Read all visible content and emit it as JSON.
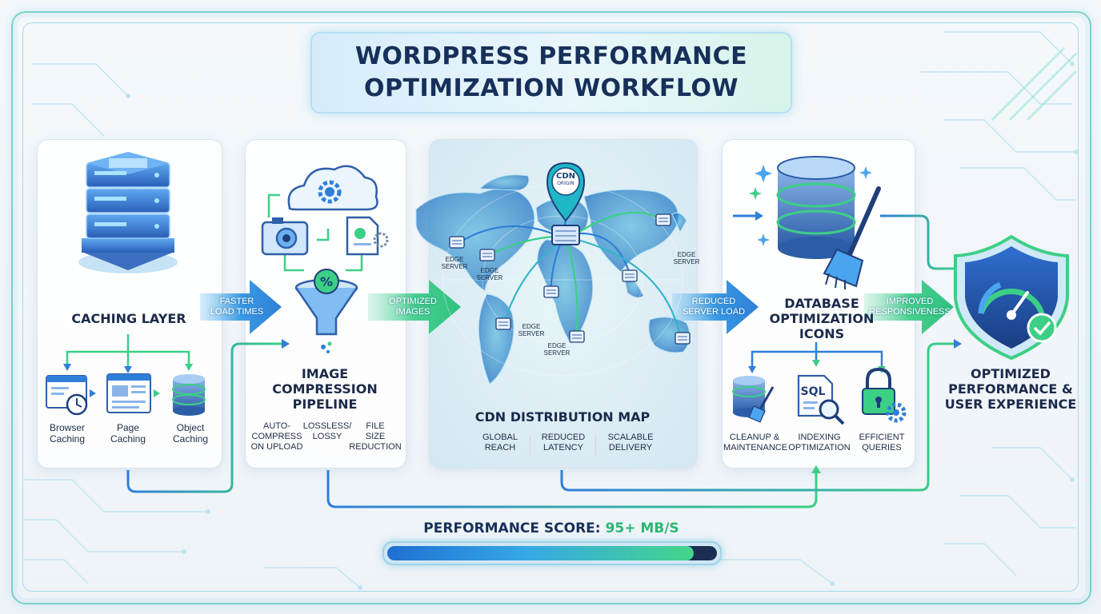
{
  "title": {
    "line1": "WORDPRESS PERFORMANCE",
    "line2": "OPTIMIZATION WORKFLOW"
  },
  "panels": {
    "caching": {
      "heading": "CACHING LAYER",
      "items": [
        {
          "label1": "Browser",
          "label2": "Caching",
          "icon": "browser-clock-icon"
        },
        {
          "label1": "Page",
          "label2": "Caching",
          "icon": "web-page-icon"
        },
        {
          "label1": "Object",
          "label2": "Caching",
          "icon": "database-icon"
        }
      ]
    },
    "image": {
      "heading1": "IMAGE",
      "heading2": "COMPRESSION",
      "heading3": "PIPELINE",
      "items": [
        {
          "label1": "AUTO-",
          "label2": "COMPRESS",
          "label3": "ON UPLOAD"
        },
        {
          "label1": "LOSSLESS/",
          "label2": "LOSSY"
        },
        {
          "label1": "FILE",
          "label2": "SIZE",
          "label3": "REDUCTION"
        }
      ],
      "funnel_symbol": "%"
    },
    "cdn": {
      "heading": "CDN DISTRIBUTION MAP",
      "origin_line1": "CDN",
      "origin_line2": "ORIGIN",
      "edge_line1": "EDGE",
      "edge_line2": "SERVER",
      "items": [
        {
          "label1": "GLOBAL",
          "label2": "REACH"
        },
        {
          "label1": "REDUCED",
          "label2": "LATENCY"
        },
        {
          "label1": "SCALABLE",
          "label2": "DELIVERY"
        }
      ]
    },
    "database": {
      "heading1": "DATABASE",
      "heading2": "OPTIMIZATION",
      "heading3": "ICONS",
      "sql_label": "SQL",
      "items": [
        {
          "label1": "CLEANUP &",
          "label2": "MAINTENANCE"
        },
        {
          "label1": "INDEXING",
          "label2": "OPTIMIZATION"
        },
        {
          "label1": "EFFICIENT",
          "label2": "QUERIES"
        }
      ]
    },
    "result": {
      "line1": "OPTIMIZED",
      "line2": "PERFORMANCE &",
      "line3": "USER EXPERIENCE"
    }
  },
  "arrows": [
    {
      "line1": "FASTER",
      "line2": "LOAD TIMES"
    },
    {
      "line1": "OPTIMIZED",
      "line2": "IMAGES"
    },
    {
      "line1": "REDUCED",
      "line2": "SERVER LOAD"
    },
    {
      "line1": "IMPROVED",
      "line2": "RESPONSIVENESS"
    }
  ],
  "score": {
    "label": "PERFORMANCE SCORE:",
    "value": "95+ MB/S",
    "progress": 0.93
  },
  "colors": {
    "primary_blue": "#2f7fd8",
    "accent_green": "#3ccf86",
    "navy": "#17305a",
    "teal": "#35b5c9"
  }
}
